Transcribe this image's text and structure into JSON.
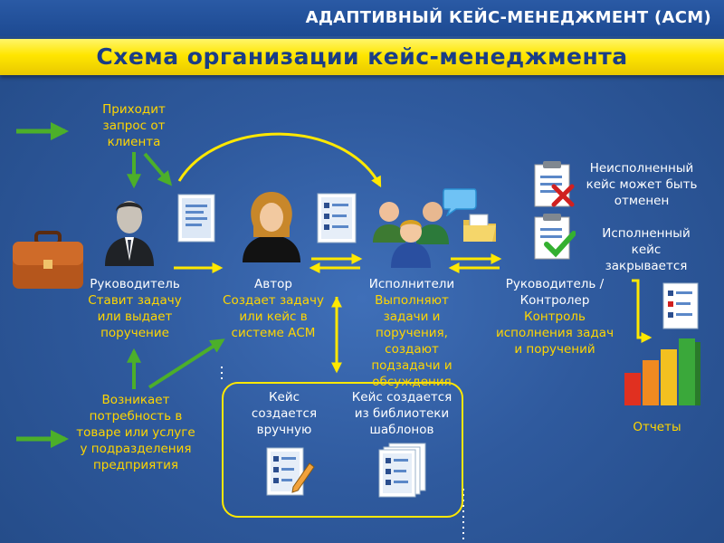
{
  "header": {
    "top_title": "АДАПТИВНЫЙ КЕЙС-МЕНЕДЖМЕНТ (АСМ)",
    "banner_title": "Схема организации кейс-менеджмента"
  },
  "colors": {
    "accent": "#ffd600",
    "arrow_green": "#4caf2a",
    "banner": "#ffe600",
    "banner_text": "#1a3d86",
    "background": "#2f5a9e"
  },
  "nodes": {
    "request": "Приходит запрос от клиента",
    "manager_role": "Руководитель",
    "manager_action": "Ставит задачу или выдает поручение",
    "author_role": "Автор",
    "author_action": "Создает задачу или кейс в системе АСМ",
    "executors_role": "Исполнители",
    "executors_action": "Выполняют задачи и поручения, создают подзадачи и обсуждения",
    "controller_role": "Руководитель / Контролер",
    "controller_action": "Контроль исполнения задач и поручений",
    "need": "Возникает потребность в товаре или услуге у подразделения предприятия",
    "unfinished": "Неисполненный кейс может быть отменен",
    "finished": "Исполненный кейс закрывается",
    "reports": "Отчеты",
    "case_manual": "Кейс создается вручную",
    "case_library": "Кейс создается из библиотеки шаблонов"
  },
  "icons": [
    "briefcase-icon",
    "manager-avatar-icon",
    "author-avatar-icon",
    "executors-group-icon",
    "chat-bubble-icon",
    "folder-icon",
    "document-icon",
    "checklist-icon",
    "cancelled-doc-icon",
    "approved-doc-icon",
    "bar-chart-icon"
  ]
}
